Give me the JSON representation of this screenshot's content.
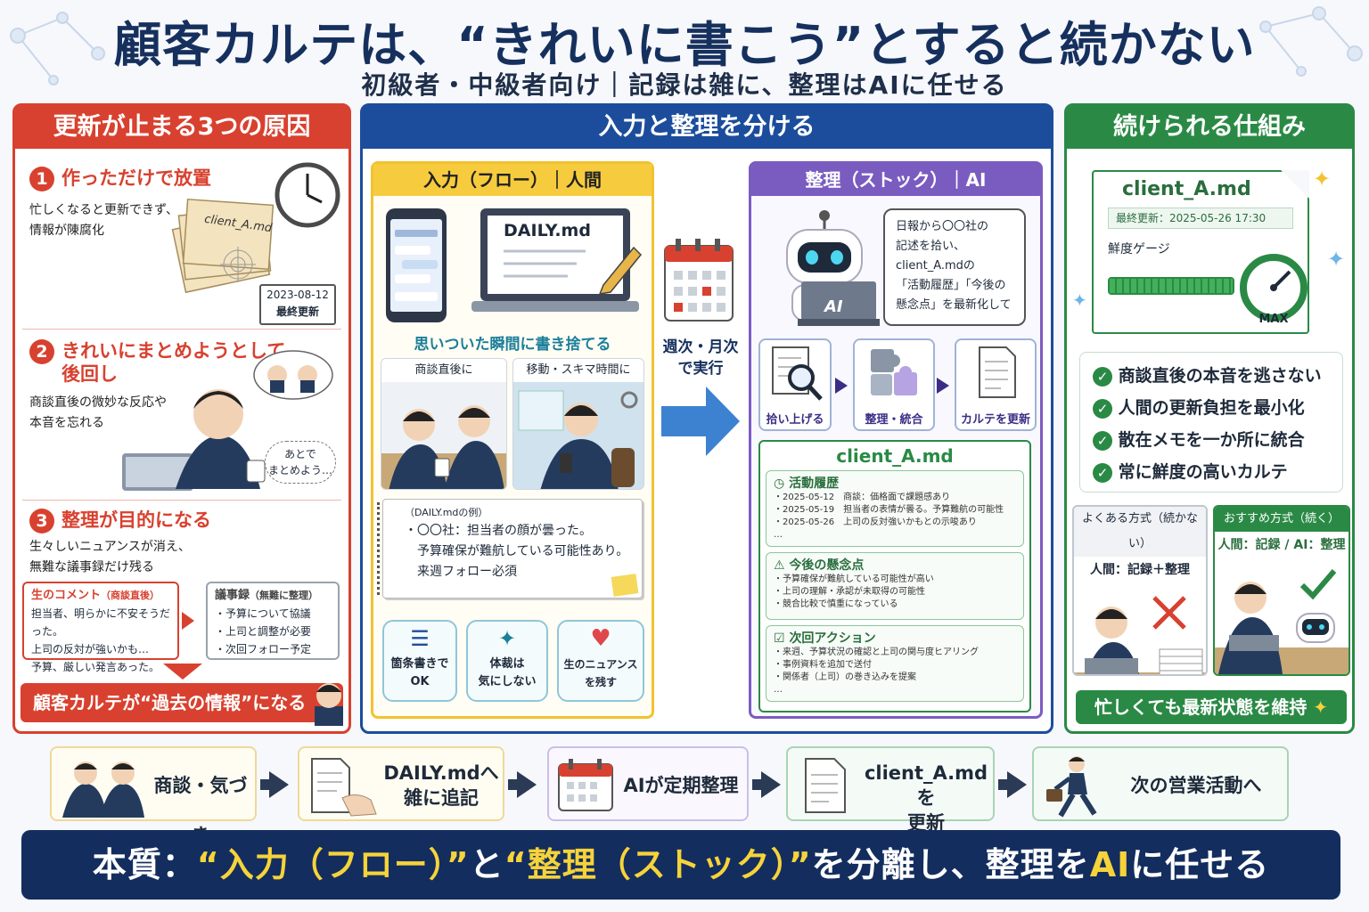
{
  "header": {
    "title": "顧客カルテは、“きれいに書こう”とすると続かない",
    "subtitle": "初級者・中級者向け｜記録は雑に、整理はAIに任せる"
  },
  "left": {
    "heading": "更新が止まる3つの原因",
    "causes": [
      {
        "num": "1",
        "title": "作っただけで放置",
        "text1": "忙しくなると更新できず、",
        "text2": "情報が陳腐化"
      },
      {
        "num": "2",
        "title1": "きれいにまとめようとして",
        "title2": "後回し",
        "text1": "商談直後の微妙な反応や",
        "text2": "本音を忘れる"
      },
      {
        "num": "3",
        "title": "整理が目的になる",
        "text1": "生々しいニュアンスが消え、",
        "text2": "無難な議事録だけ残る"
      }
    ],
    "file_label": "client_A.md",
    "stamp_date": "2023-08-12",
    "stamp_label": "最終更新",
    "thought_bubble": "あとで",
    "thought_bubble2": "まとめよう…",
    "raw_comment": {
      "title": "生のコメント",
      "title_note": "（商談直後）",
      "lines": [
        "担当者、明らかに不安そうだった。",
        "上司の反対が強いかも…",
        "予算、厳しい発言あった。"
      ]
    },
    "minutes": {
      "title": "議事録",
      "title_note": "（無難に整理）",
      "lines": [
        "・予算について協議",
        "・上司と調整が必要",
        "・次回フォロー予定"
      ]
    },
    "result": "顧客カルテが“過去の情報”になる"
  },
  "center": {
    "heading": "入力と整理を分ける",
    "input_panel": {
      "title": "入力（フロー）｜人間",
      "laptop_label": "DAILY.md",
      "tagline": "思いついた瞬間に書き捨てる",
      "scene1": "商談直後に",
      "scene2": "移動・スキマ時間に",
      "note_title": "（DAILY.mdの例）",
      "note_lines": [
        "・〇〇社：担当者の顔が曇った。",
        "予算確保が難航している可能性あり。",
        "来週フォロー必須"
      ],
      "features": [
        {
          "l1": "箇条書きで",
          "l2": "OK"
        },
        {
          "l1": "体裁は",
          "l2": "気にしない"
        },
        {
          "l1": "生のニュアンス",
          "l2": "を残す"
        }
      ]
    },
    "middle": {
      "l1": "週次・月次",
      "l2": "で実行"
    },
    "stock_panel": {
      "title": "整理（ストック）｜AI",
      "ai_label": "AI",
      "speech": [
        "日報から〇〇社の",
        "記述を拾い、",
        "client_A.mdの",
        "「活動履歴」「今後の",
        "懸念点」を最新化して"
      ],
      "steps": [
        "拾い上げる",
        "整理・統合",
        "カルテを更新"
      ],
      "md_title": "client_A.md",
      "sections": [
        {
          "title": "活動履歴",
          "lines": [
            "・2025-05-12　商談：価格面で課題感あり",
            "・2025-05-19　担当者の表情が曇る。予算難航の可能性",
            "・2025-05-26　上司の反対強いかもとの示唆あり",
            "…"
          ]
        },
        {
          "title": "今後の懸念点",
          "lines": [
            "・予算確保が難航している可能性が高い",
            "・上司の理解・承認が未取得の可能性",
            "・競合比較で慎重になっている"
          ]
        },
        {
          "title": "次回アクション",
          "lines": [
            "・来週、予算状況の確認と上司の関与度ヒアリング",
            "・事例資料を追加で送付",
            "・関係者（上司）の巻き込みを提案",
            "…"
          ]
        }
      ]
    }
  },
  "right": {
    "heading": "続けられる仕組み",
    "file_title": "client_A.md",
    "last_updated": "最終更新：2025-05-26 17:30",
    "freshness_label": "鮮度ゲージ",
    "freshness": 1.0,
    "gauge_label": "MAX",
    "checks": [
      "商談直後の本音を逃さない",
      "人間の更新負担を最小化",
      "散在メモを一か所に統合",
      "常に鮮度の高いカルテ"
    ],
    "compare_bad_title": "よくある方式（続かない）",
    "compare_bad_text": "人間：記録＋整理",
    "compare_good_title": "おすすめ方式（続く）",
    "compare_good_text": "人間：記録 / AI：整理",
    "footer": "忙しくても最新状態を維持"
  },
  "flow": [
    {
      "l1": "商談・気づき",
      "l2": ""
    },
    {
      "l1": "DAILY.mdへ",
      "l2": "雑に追記"
    },
    {
      "l1": "AIが定期整理",
      "l2": ""
    },
    {
      "l1": "client_A.mdを",
      "l2": "更新"
    },
    {
      "l1": "次の営業活動へ",
      "l2": ""
    }
  ],
  "banner": {
    "prefix": "本質：",
    "part1": "“入力（フロー）”",
    "mid": "と",
    "part2": "“整理（ストック）”",
    "mid2": "を分離し、整理を",
    "part3": "AI",
    "suffix": "に任せる"
  },
  "colors": {
    "red": "#d8412f",
    "blue": "#1c4d9c",
    "green": "#2a8a45",
    "yellow": "#f6cc3e",
    "purple": "#7a5cc0",
    "navy": "#132d5e"
  }
}
